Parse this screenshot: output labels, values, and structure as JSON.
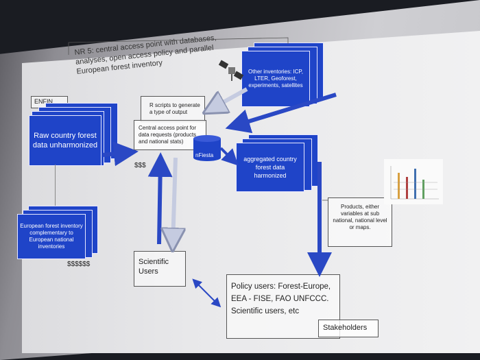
{
  "slide": {
    "title": "NR 5: central access point with databases, analyses, open access policy and parallel European forest inventory",
    "enfin_label": "ENFIN",
    "raw_data": "Raw country forest data unharmonized",
    "european_inventory": "European forest inventory complementary to European national inventories",
    "money_large": "$$$$$$",
    "money_small": "$$$",
    "r_scripts": "R scripts to generate a type of output",
    "central_access": "Central access point for data requests (products and national stats)",
    "nfiesta": "nFiesta",
    "other_inventories": "Other inventories: ICP, LTER, Geoforest, experiments, satellites",
    "aggregated": "aggregated country forest data harmonized",
    "products": "Products, either variables at sub national, national level or maps.",
    "scientific_users": "Scientific Users",
    "policy_users": "Policy users: Forest-Europe, EEA - FISE, FAO UNFCCC. Scientific users, etc",
    "stakeholders": "Stakeholders"
  },
  "colors": {
    "box_blue": "#1f44c8",
    "arrow_blue": "#2a48c4",
    "arrow_light": "#c5cbe0"
  }
}
